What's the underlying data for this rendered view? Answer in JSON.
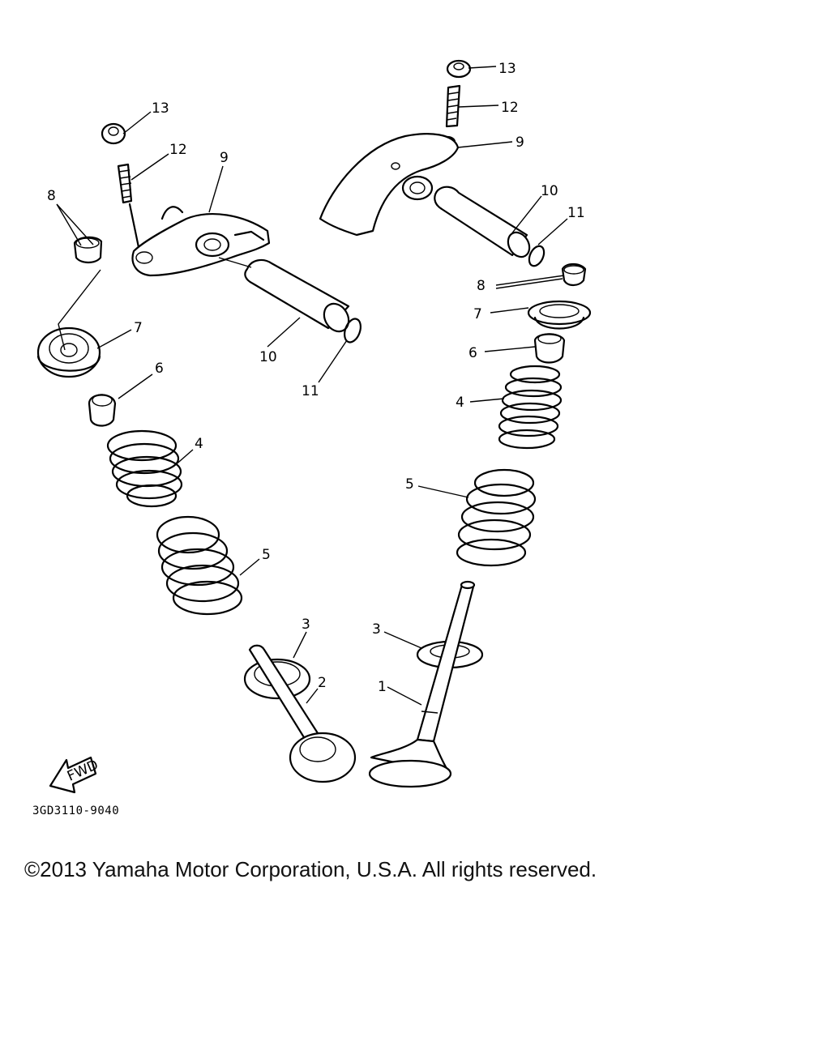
{
  "diagram": {
    "callouts": {
      "left": {
        "p13": "13",
        "p12": "12",
        "p9": "9",
        "p8": "8",
        "p7": "7",
        "p10": "10",
        "p11": "11",
        "p6": "6",
        "p4": "4",
        "p5": "5",
        "p3": "3",
        "p2": "2"
      },
      "right": {
        "p13": "13",
        "p12": "12",
        "p9": "9",
        "p10": "10",
        "p11": "11",
        "p8": "8",
        "p7": "7",
        "p6": "6",
        "p4": "4",
        "p5": "5",
        "p3": "3",
        "p1": "1"
      }
    },
    "fwd_label": "FWD",
    "ref_code": "3GD3110-9040"
  },
  "footer": {
    "copyright": "©2013 Yamaha Motor Corporation, U.S.A. All rights reserved."
  }
}
